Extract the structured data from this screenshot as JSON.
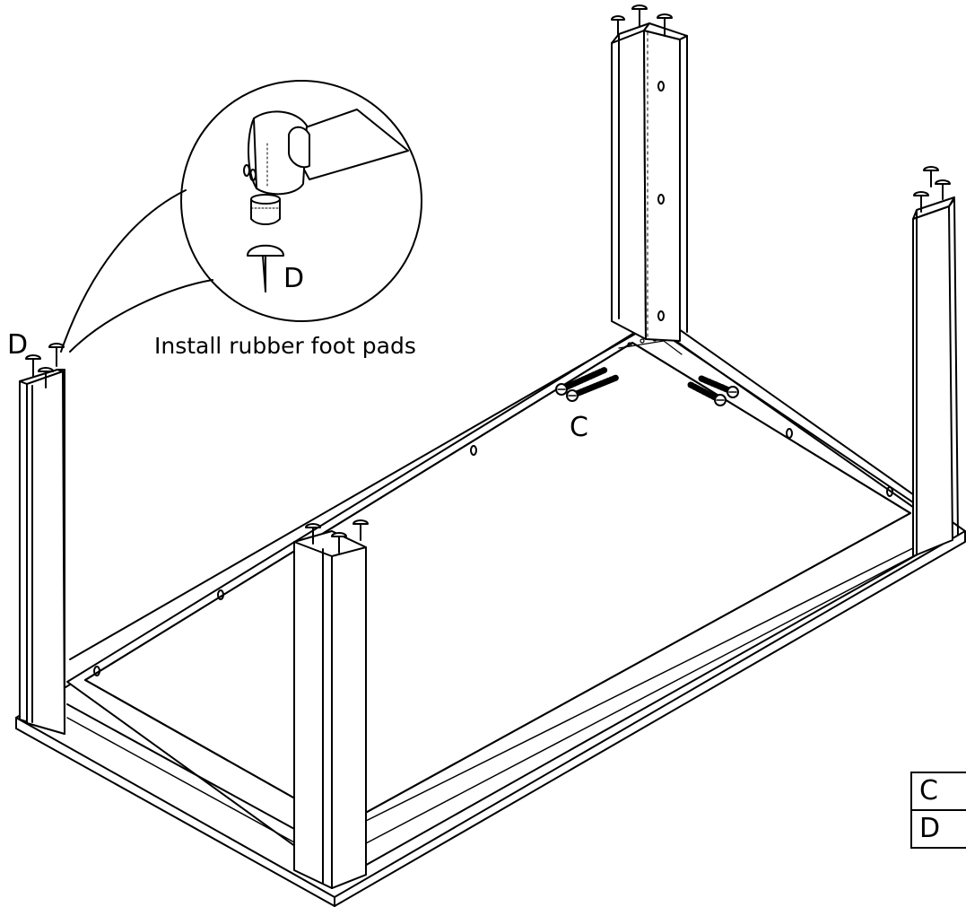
{
  "callout": {
    "instruction": "Install rubber foot pads",
    "part_in_detail": "D"
  },
  "labels": {
    "foot_pad_label": "D",
    "screw_label": "C"
  },
  "parts_table": {
    "rows": [
      "C",
      "D"
    ]
  },
  "colors": {
    "line": "#000000",
    "background": "#ffffff"
  }
}
